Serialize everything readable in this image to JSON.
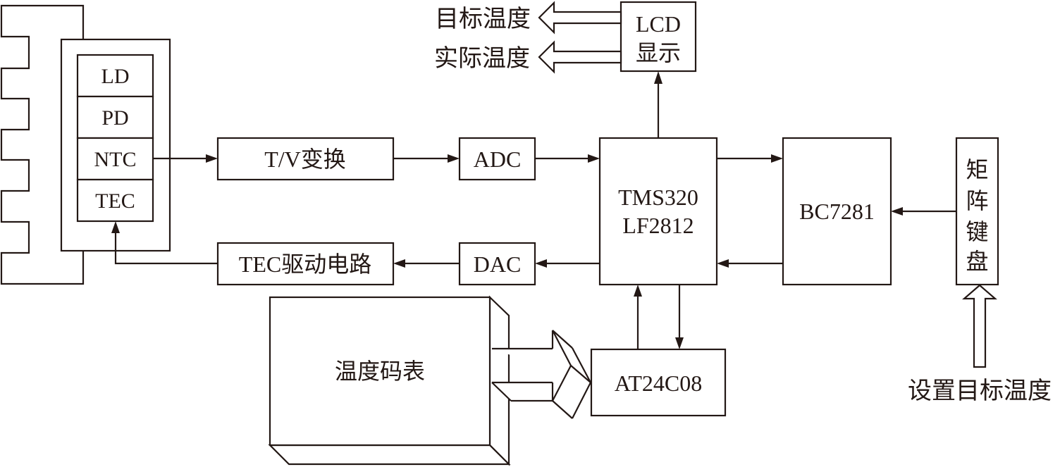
{
  "diagram": {
    "title": "Laser temperature control system block diagram",
    "laser_module": {
      "heat_sink": "heat-sink",
      "layers": [
        "LD",
        "PD",
        "NTC",
        "TEC"
      ]
    },
    "blocks": {
      "tv_convert": "T/V变换",
      "adc": "ADC",
      "dac": "DAC",
      "tec_driver": "TEC驱动电路",
      "cpu_line1": "TMS320",
      "cpu_line2": "LF2812",
      "lcd_line1": "LCD",
      "lcd_line2": "显示",
      "bc7281": "BC7281",
      "keypad_chars": [
        "矩",
        "阵",
        "键",
        "盘"
      ],
      "eeprom": "AT24C08",
      "temp_table": "温度码表"
    },
    "labels": {
      "target_temp": "目标温度",
      "actual_temp": "实际温度",
      "set_target_temp": "设置目标温度"
    },
    "connections": [
      {
        "from": "NTC",
        "to": "T/V变换"
      },
      {
        "from": "T/V变换",
        "to": "ADC"
      },
      {
        "from": "ADC",
        "to": "TMS320 LF2812"
      },
      {
        "from": "TMS320 LF2812",
        "to": "DAC"
      },
      {
        "from": "DAC",
        "to": "TEC驱动电路"
      },
      {
        "from": "TEC驱动电路",
        "to": "TEC"
      },
      {
        "from": "TMS320 LF2812",
        "to": "LCD显示"
      },
      {
        "from": "LCD显示",
        "to": "目标温度"
      },
      {
        "from": "LCD显示",
        "to": "实际温度"
      },
      {
        "from": "TMS320 LF2812",
        "to": "BC7281"
      },
      {
        "from": "BC7281",
        "to": "TMS320 LF2812"
      },
      {
        "from": "矩阵键盘",
        "to": "BC7281"
      },
      {
        "from": "设置目标温度",
        "to": "矩阵键盘"
      },
      {
        "from": "AT24C08",
        "to": "TMS320 LF2812"
      },
      {
        "from": "TMS320 LF2812",
        "to": "AT24C08"
      },
      {
        "from": "温度码表",
        "to": "AT24C08"
      }
    ],
    "colors": {
      "stroke": "#231815",
      "background": "#ffffff"
    }
  }
}
